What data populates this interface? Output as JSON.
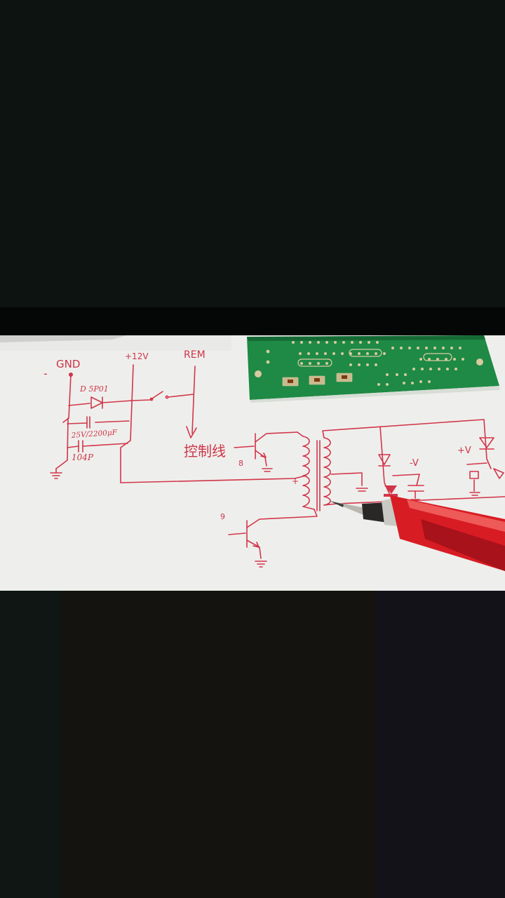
{
  "video_frame": {
    "sketch_labels": {
      "gnd": "GND",
      "gnd_sign": "-",
      "v12": "+12V",
      "rem": "REM",
      "diode_part": "D 5P01",
      "capacitor_value": "25V/2200μF",
      "ceramic_cap": "104P",
      "control_line": "控制线",
      "transistor_8": "8",
      "transistor_9": "9",
      "plus_mark": "+",
      "neg_v": "-V",
      "pos_v": "+V"
    },
    "colors": {
      "ink": "#d2354a",
      "pcb_green": "#1e8a45",
      "pen_red": "#d81c24"
    }
  }
}
